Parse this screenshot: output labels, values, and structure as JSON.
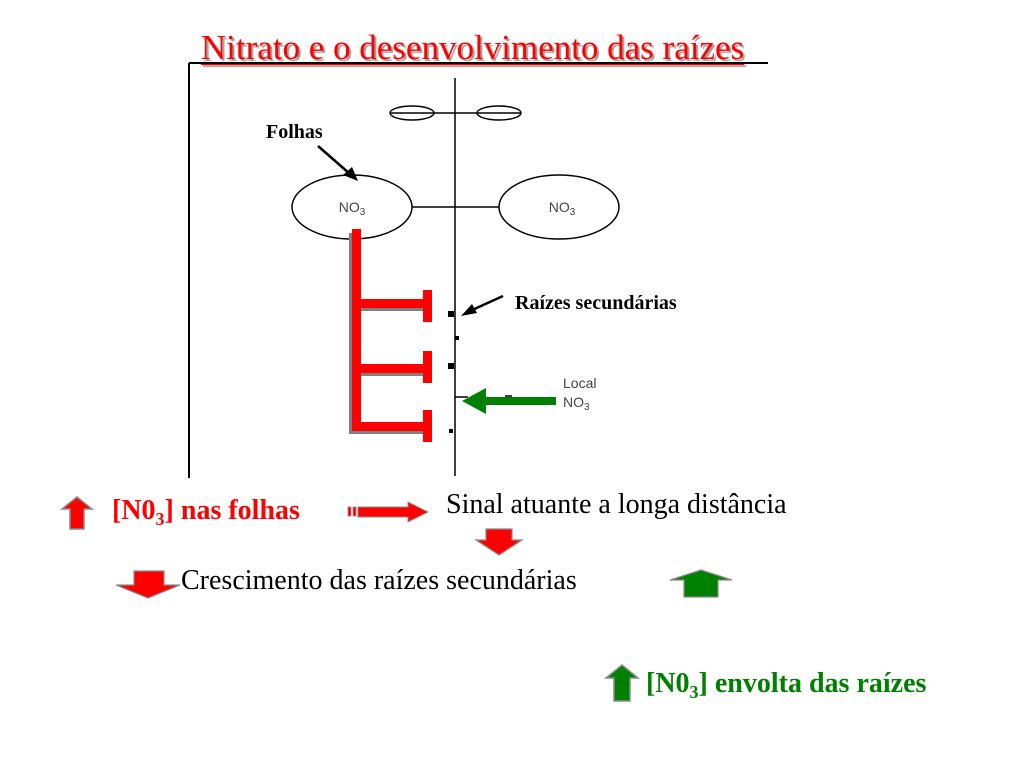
{
  "title": "Nitrato e o desenvolvimento das raízes",
  "diagram": {
    "leaves_label": "Folhas",
    "leaf_left_text": "NO",
    "leaf_left_sub": "3",
    "leaf_right_text": "NO",
    "leaf_right_sub": "3",
    "secondary_roots_label": "Raízes secundárias",
    "local_line1": "Local",
    "local_line2": "NO",
    "local_line2_sub": "3"
  },
  "statements": {
    "leaves_concentration_prefix": "[N0",
    "leaves_concentration_sub": "3",
    "leaves_concentration_suffix": "] nas folhas",
    "signal": "Sinal atuante a longa distância",
    "growth": "Crescimento das raízes secundárias",
    "roots_concentration_prefix": "[N0",
    "roots_concentration_sub": "3",
    "roots_concentration_suffix": "] envolta das raízes"
  },
  "colors": {
    "red": "#ff0000",
    "green": "#008000",
    "black": "#000000",
    "shadow": "#9a9a9a"
  },
  "icons": {
    "increase_leaves": "red-up-arrow-icon",
    "signal_arrow": "red-right-arrow-icon",
    "signal_down": "red-down-arrow-icon",
    "growth_down": "red-down-arrow-icon",
    "growth_up": "green-up-arrow-icon",
    "increase_roots": "green-up-arrow-icon"
  }
}
